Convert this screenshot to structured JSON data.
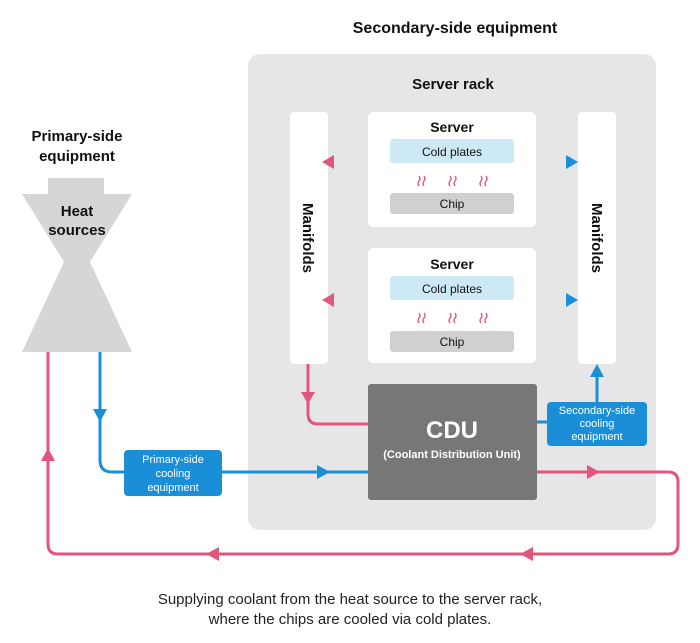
{
  "title": "Secondary-side equipment",
  "rack_label": "Server rack",
  "primary_label": [
    "Primary-side",
    "equipment"
  ],
  "heat_sources": [
    "Heat",
    "sources"
  ],
  "manifolds_left": "Manifolds",
  "manifolds_right": "Manifolds",
  "servers": [
    {
      "label": "Server",
      "cold_plates": "Cold plates",
      "chip": "Chip"
    },
    {
      "label": "Server",
      "cold_plates": "Cold plates",
      "chip": "Chip"
    }
  ],
  "cdu": {
    "name": "CDU",
    "full": "(Coolant Distribution Unit)"
  },
  "secondary_cooling": [
    "Secondary-side",
    "cooling",
    "equipment"
  ],
  "primary_cooling": [
    "Primary-side",
    "cooling",
    "equipment"
  ],
  "caption": [
    "Supplying coolant from the heat source to the server rack,",
    "where the chips are cooled via cold plates."
  ],
  "colors": {
    "hot": "#e0577e",
    "cool": "#1a8fd8",
    "panel": "#e6e6e6",
    "equipment_box": "#1a8fd8",
    "cdu": "#777777",
    "cold_plate": "#cde9f6",
    "chip": "#d0d0d0"
  }
}
